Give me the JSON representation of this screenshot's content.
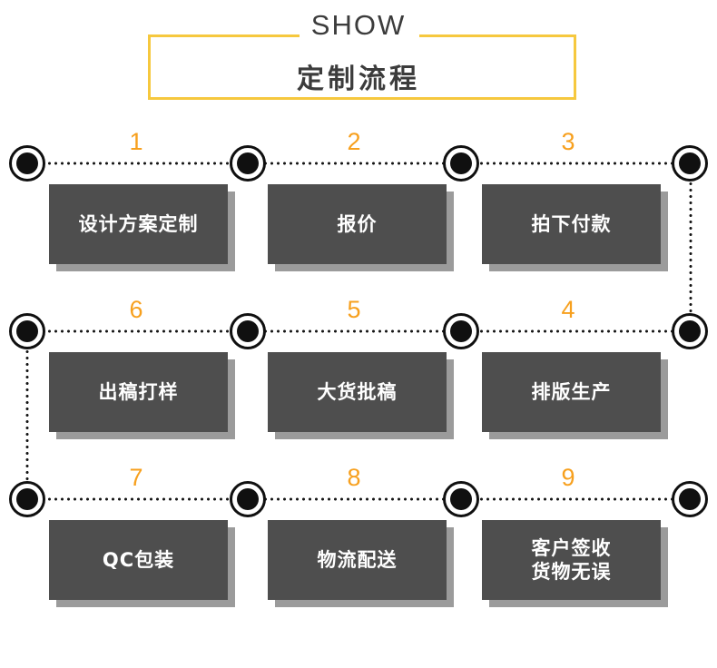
{
  "header": {
    "title_en": "SHOW",
    "title_cn": "定制流程",
    "border_color": "#f6c83e"
  },
  "colors": {
    "accent_orange": "#f7a01e",
    "banner_border": "#f6c83e",
    "card_face": "#4e4e4e",
    "card_shadow": "#9b9b9b",
    "node": "#101010",
    "text_on_card": "#ffffff",
    "background": "#ffffff"
  },
  "flow": {
    "rows": [
      {
        "direction": "left-to-right",
        "steps": [
          {
            "number": "1",
            "label": "设计方案定制"
          },
          {
            "number": "2",
            "label": "报价"
          },
          {
            "number": "3",
            "label": "拍下付款"
          }
        ]
      },
      {
        "direction": "right-to-left",
        "steps": [
          {
            "number": "6",
            "label": "出稿打样"
          },
          {
            "number": "5",
            "label": "大货批稿"
          },
          {
            "number": "4",
            "label": "排版生产"
          }
        ]
      },
      {
        "direction": "left-to-right",
        "steps": [
          {
            "number": "7",
            "label": "QC包装"
          },
          {
            "number": "8",
            "label": "物流配送"
          },
          {
            "number": "9",
            "label": "客户签收\n货物无误"
          }
        ]
      }
    ]
  }
}
